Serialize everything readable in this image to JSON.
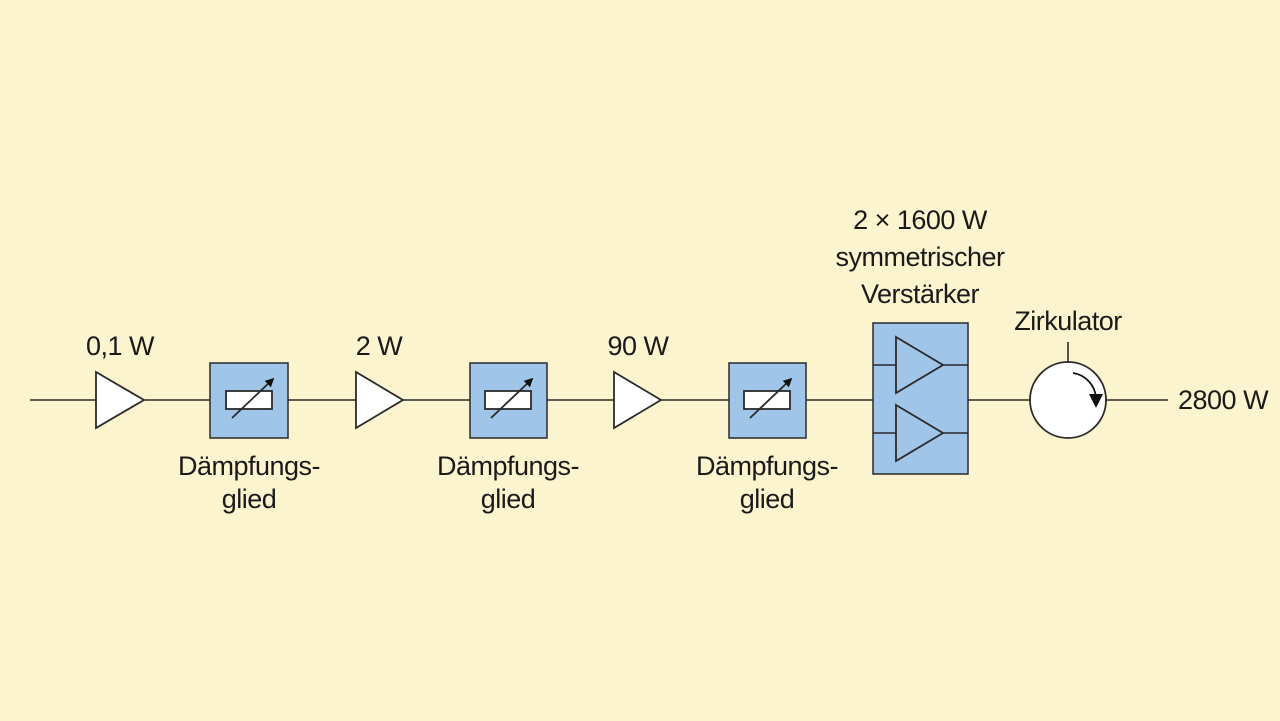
{
  "labels": {
    "amp1_power": "0,1 W",
    "amp2_power": "2 W",
    "amp3_power": "90 W",
    "attenuator1_line1": "Dämpfungs-",
    "attenuator1_line2": "glied",
    "attenuator2_line1": "Dämpfungs-",
    "attenuator2_line2": "glied",
    "attenuator3_line1": "Dämpfungs-",
    "attenuator3_line2": "glied",
    "sym_amp_line1": "2 × 1600 W",
    "sym_amp_line2": "symmetrischer",
    "sym_amp_line3": "Verstärker",
    "circulator": "Zirkulator",
    "output_power": "2800 W"
  },
  "colors": {
    "background": "#fbf4cf",
    "block_fill": "#9fc5e8",
    "stroke": "#2a2a2a",
    "amp_fill": "#ffffff"
  },
  "icons": {
    "amplifier": "triangle-amplifier-icon",
    "attenuator": "variable-resistor-icon",
    "circulator": "circulator-icon"
  }
}
